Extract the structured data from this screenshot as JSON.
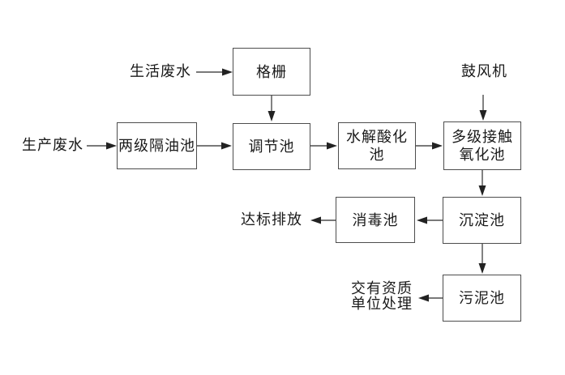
{
  "diagram": {
    "type": "flowchart",
    "subject": "wastewater treatment process",
    "colors": {
      "background": "#ffffff",
      "box_border": "#4d4d4d",
      "connector_line": "#4d4d4d",
      "arrowhead": "#222222",
      "text": "#1a1a1a"
    },
    "nodes": {
      "bar_screen": {
        "label": "格栅"
      },
      "oil_separator": {
        "label": "两级隔油池"
      },
      "regulating_tank": {
        "label": "调节池"
      },
      "hydrolysis_tank": {
        "label": "水解酸化池"
      },
      "contact_oxidation": {
        "label": "多级接触氧化池"
      },
      "sedimentation_tank": {
        "label": "沉淀池"
      },
      "disinfection_tank": {
        "label": "消毒池"
      },
      "sludge_tank": {
        "label": "污泥池"
      }
    },
    "labels": {
      "domestic_wastewater": "生活废水",
      "production_wastewater": "生产废水",
      "blower": "鼓风机",
      "discharge_to_standard": "达标排放",
      "qualified_unit": "交有资质\n单位处理"
    },
    "flows": [
      "生活废水 → 格栅",
      "格栅 → 调节池",
      "生产废水 → 两级隔油池",
      "两级隔油池 → 调节池",
      "调节池 → 水解酸化池",
      "水解酸化池 → 多级接触氧化池",
      "鼓风机 → 多级接触氧化池",
      "多级接触氧化池 → 沉淀池",
      "沉淀池 → 消毒池",
      "消毒池 → 达标排放",
      "沉淀池 → 污泥池",
      "污泥池 → 交有资质单位处理"
    ]
  }
}
